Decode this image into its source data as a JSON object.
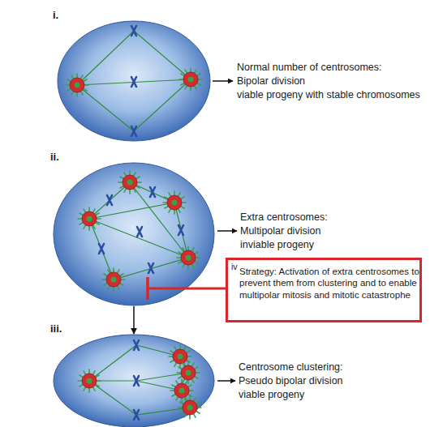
{
  "diagram": {
    "nodes": [
      {
        "text": [
          "i."
        ]
      },
      {
        "text": [
          "ii."
        ]
      },
      {
        "text": [
          "iv",
          "Strategy: Activation of extra centrosomes to prevent them from clustering and to enable multipolar mitosis and mitotic catastrophe"
        ]
      },
      {
        "text": [
          "iii."
        ]
      }
    ],
    "edges": [
      {
        "from": 1,
        "to": 3,
        "arrow": "to"
      }
    ],
    "labels": [
      "Normal number of centrosomes:",
      "Bipolar division",
      "viable progeny with stable chromosomes",
      "Extra centrosomes:",
      "Multipolar division",
      "inviable progeny",
      "Centrosome clustering:",
      "Pseudo bipolar division",
      "viable progeny"
    ]
  }
}
